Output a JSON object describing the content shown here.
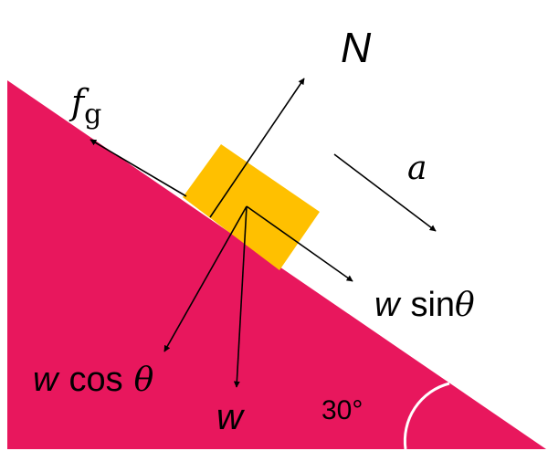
{
  "colors": {
    "incline": "#E8175D",
    "block": "#FFC000",
    "arrow": "#000000",
    "text": "#000000",
    "angle_arc": "#ffffff"
  },
  "labels": {
    "normal": "N",
    "friction_base": "f",
    "friction_sub": "g",
    "acceleration": "a",
    "w_sin_w": "w",
    "w_sin_rest": "sin",
    "w_sin_theta": "θ",
    "w_cos_w": "w",
    "w_cos_rest": "cos",
    "w_cos_theta": "θ",
    "weight": "w",
    "angle": "30°"
  }
}
